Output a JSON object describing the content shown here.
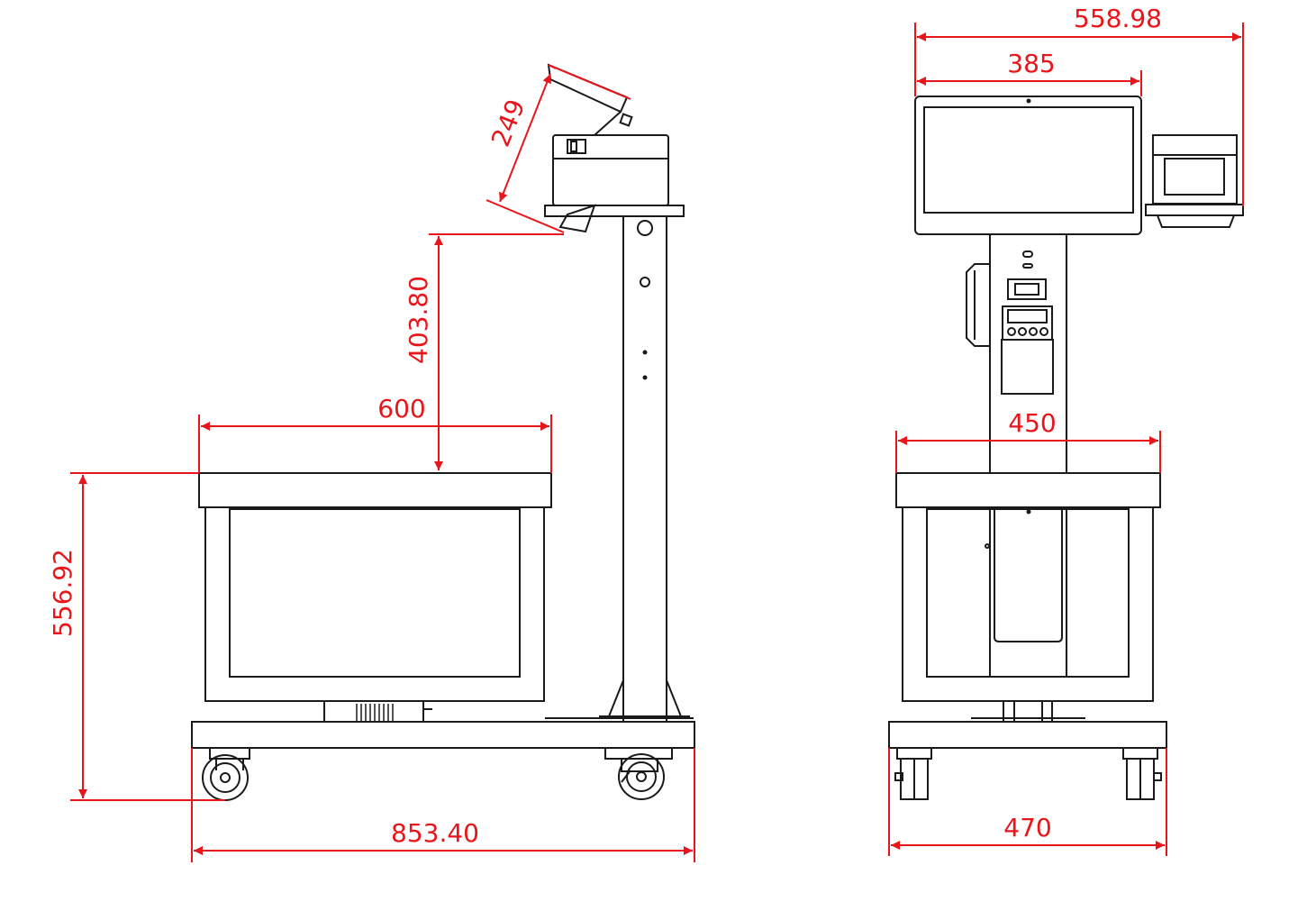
{
  "colors": {
    "line": "#1a1a1a",
    "dimension": "#e8151b",
    "background": "#ffffff"
  },
  "dimensions": {
    "side": {
      "display_tilt": "249",
      "display_height": "403.80",
      "platform_width": "600",
      "platform_height": "556.92",
      "overall_length": "853.40"
    },
    "front": {
      "overall_width_top": "558.98",
      "display_width": "385",
      "platform_width": "450",
      "base_width": "470"
    }
  }
}
